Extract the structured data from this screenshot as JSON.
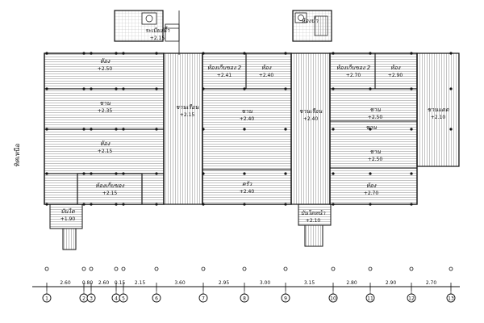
{
  "north_label": "ทิศเหนือ",
  "rooms": [
    {
      "id": "porch-nw",
      "name": "ระเบียงน้ำ",
      "level": "+2.15"
    },
    {
      "id": "bed-1",
      "name": "ห้อง",
      "level": "+2.50"
    },
    {
      "id": "hall-1",
      "name": "ชาน",
      "level": "+2.35"
    },
    {
      "id": "bed-2",
      "name": "ห้อง",
      "level": "+2.15"
    },
    {
      "id": "store-1",
      "name": "ห้องเก็บของ",
      "level": "+2.15"
    },
    {
      "id": "stair-1",
      "name": "บันได",
      "level": "+1.90"
    },
    {
      "id": "corridor-1",
      "name": "ชานเรือน",
      "level": "+2.15"
    },
    {
      "id": "store-2",
      "name": "ห้องเก็บของ 2",
      "level": "+2.41"
    },
    {
      "id": "bed-3",
      "name": "ห้อง",
      "level": "+2.40"
    },
    {
      "id": "hall-2",
      "name": "ชาน",
      "level": "+2.40"
    },
    {
      "id": "kitchen-1",
      "name": "ครัว",
      "level": "+2.40"
    },
    {
      "id": "porch-ne",
      "name": "ห้องน้ำ",
      "level": ""
    },
    {
      "id": "corridor-2",
      "name": "ชานเรือน",
      "level": "+2.40"
    },
    {
      "id": "stair-2",
      "name": "บันไดหน้า",
      "level": "+2.10"
    },
    {
      "id": "store-3",
      "name": "ห้องเก็บของ 2",
      "level": "+2.70"
    },
    {
      "id": "bed-4",
      "name": "ห้อง",
      "level": "+2.90"
    },
    {
      "id": "hall-3",
      "name": "ชาน",
      "level": "+2.50"
    },
    {
      "id": "hall-4",
      "name": "ชาน",
      "level": ""
    },
    {
      "id": "hall-5",
      "name": "ชาน",
      "level": "+2.50"
    },
    {
      "id": "bed-5",
      "name": "ห้อง",
      "level": "+2.70"
    },
    {
      "id": "terrace",
      "name": "ชานแดด",
      "level": "+2.10"
    }
  ],
  "dimensions": [
    "2.60",
    "0.80",
    "2.60",
    "0.15",
    "2.15",
    "3.60",
    "2.95",
    "3.00",
    "3.15",
    "2.80",
    "2.90",
    "2.70"
  ],
  "grid_labels": [
    "1",
    "2",
    "3",
    "4",
    "5",
    "6",
    "7",
    "8",
    "9",
    "10",
    "11",
    "12",
    "13"
  ]
}
